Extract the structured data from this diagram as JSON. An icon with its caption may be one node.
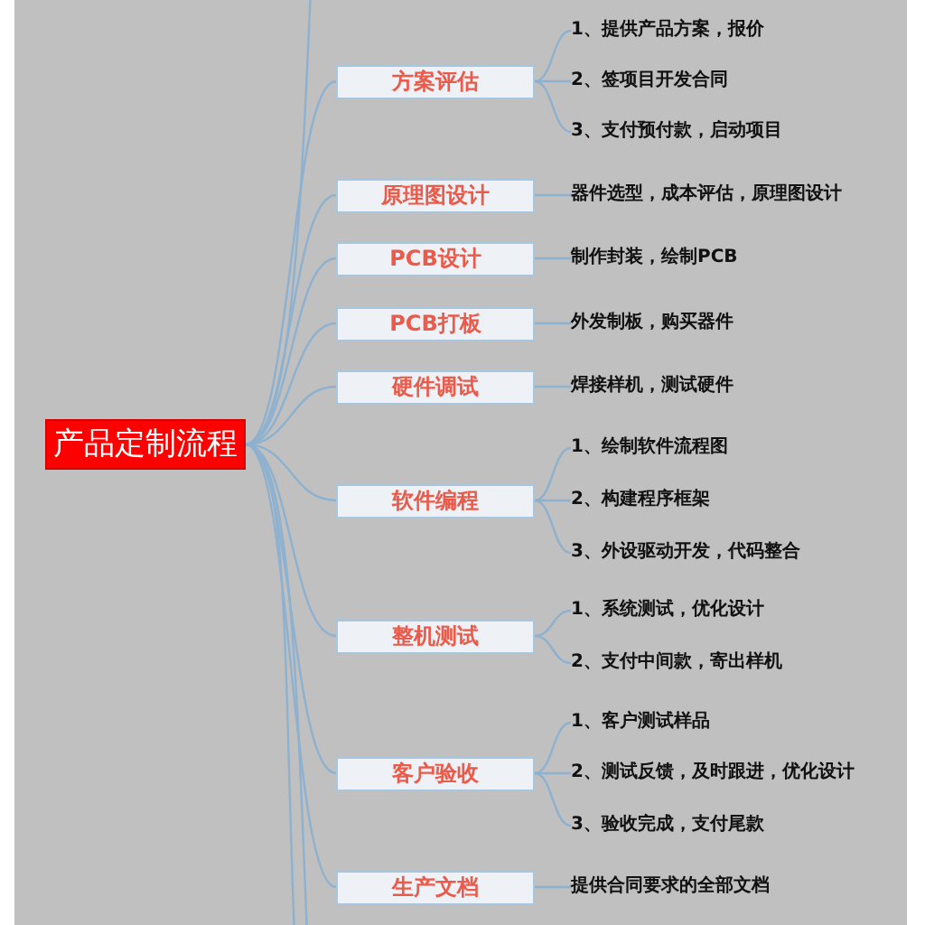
{
  "diagram": {
    "nodes": [
      {
        "text": [
          "产品定制流程"
        ]
      },
      {
        "text": [
          "方案评估"
        ]
      },
      {
        "text": [
          "1、提供产品方案，报价"
        ]
      },
      {
        "text": [
          "2、签项目开发合同"
        ]
      },
      {
        "text": [
          "3、支付预付款，启动项目"
        ]
      },
      {
        "text": [
          "原理图设计"
        ]
      },
      {
        "text": [
          "器件选型，成本评估，原理图设计"
        ]
      },
      {
        "text": [
          "PCB设计"
        ]
      },
      {
        "text": [
          "制作封装，绘制PCB"
        ]
      },
      {
        "text": [
          "PCB打板"
        ]
      },
      {
        "text": [
          "外发制板，购买器件"
        ]
      },
      {
        "text": [
          "硬件调试"
        ]
      },
      {
        "text": [
          "焊接样机，测试硬件"
        ]
      },
      {
        "text": [
          "软件编程"
        ]
      },
      {
        "text": [
          "1、绘制软件流程图"
        ]
      },
      {
        "text": [
          "2、构建程序框架"
        ]
      },
      {
        "text": [
          "3、外设驱动开发，代码整合"
        ]
      },
      {
        "text": [
          "整机测试"
        ]
      },
      {
        "text": [
          "1、系统测试，优化设计"
        ]
      },
      {
        "text": [
          "2、支付中间款，寄出样机"
        ]
      },
      {
        "text": [
          "客户验收"
        ]
      },
      {
        "text": [
          "1、客户测试样品"
        ]
      },
      {
        "text": [
          "2、测试反馈，及时跟进，优化设计"
        ]
      },
      {
        "text": [
          "3、验收完成，支付尾款"
        ]
      },
      {
        "text": [
          "生产文档"
        ]
      },
      {
        "text": [
          "提供合同要求的全部文档"
        ]
      }
    ],
    "edges": [
      {
        "from": 0,
        "to": 1,
        "arrow": "none"
      },
      {
        "from": 0,
        "to": 5,
        "arrow": "none"
      },
      {
        "from": 0,
        "to": 7,
        "arrow": "none"
      },
      {
        "from": 0,
        "to": 9,
        "arrow": "none"
      },
      {
        "from": 0,
        "to": 11,
        "arrow": "none"
      },
      {
        "from": 0,
        "to": 13,
        "arrow": "none"
      },
      {
        "from": 0,
        "to": 17,
        "arrow": "none"
      },
      {
        "from": 0,
        "to": 20,
        "arrow": "none"
      },
      {
        "from": 0,
        "to": 24,
        "arrow": "none"
      },
      {
        "from": 1,
        "to": 2,
        "arrow": "none"
      },
      {
        "from": 1,
        "to": 3,
        "arrow": "none"
      },
      {
        "from": 1,
        "to": 4,
        "arrow": "none"
      },
      {
        "from": 5,
        "to": 6,
        "arrow": "none"
      },
      {
        "from": 7,
        "to": 8,
        "arrow": "none"
      },
      {
        "from": 9,
        "to": 10,
        "arrow": "none"
      },
      {
        "from": 11,
        "to": 12,
        "arrow": "none"
      },
      {
        "from": 13,
        "to": 14,
        "arrow": "none"
      },
      {
        "from": 13,
        "to": 15,
        "arrow": "none"
      },
      {
        "from": 13,
        "to": 16,
        "arrow": "none"
      },
      {
        "from": 17,
        "to": 18,
        "arrow": "none"
      },
      {
        "from": 17,
        "to": 19,
        "arrow": "none"
      },
      {
        "from": 20,
        "to": 21,
        "arrow": "none"
      },
      {
        "from": 20,
        "to": 22,
        "arrow": "none"
      },
      {
        "from": 20,
        "to": 23,
        "arrow": "none"
      },
      {
        "from": 24,
        "to": 25,
        "arrow": "none"
      },
      {
        "from": 0,
        "to": null,
        "arrow": "none"
      },
      {
        "from": 0,
        "to": null,
        "arrow": "none"
      },
      {
        "from": 0,
        "to": null,
        "arrow": "none"
      }
    ]
  }
}
